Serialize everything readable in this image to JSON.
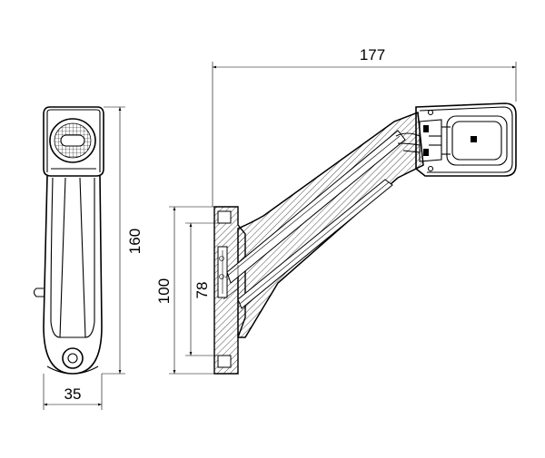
{
  "drawing": {
    "dimensions": {
      "overall_length": "177",
      "overall_height": "160",
      "width": "35",
      "mount_height": "100",
      "hole_spacing": "78"
    },
    "colors": {
      "line": "#000000",
      "background": "#ffffff"
    }
  }
}
